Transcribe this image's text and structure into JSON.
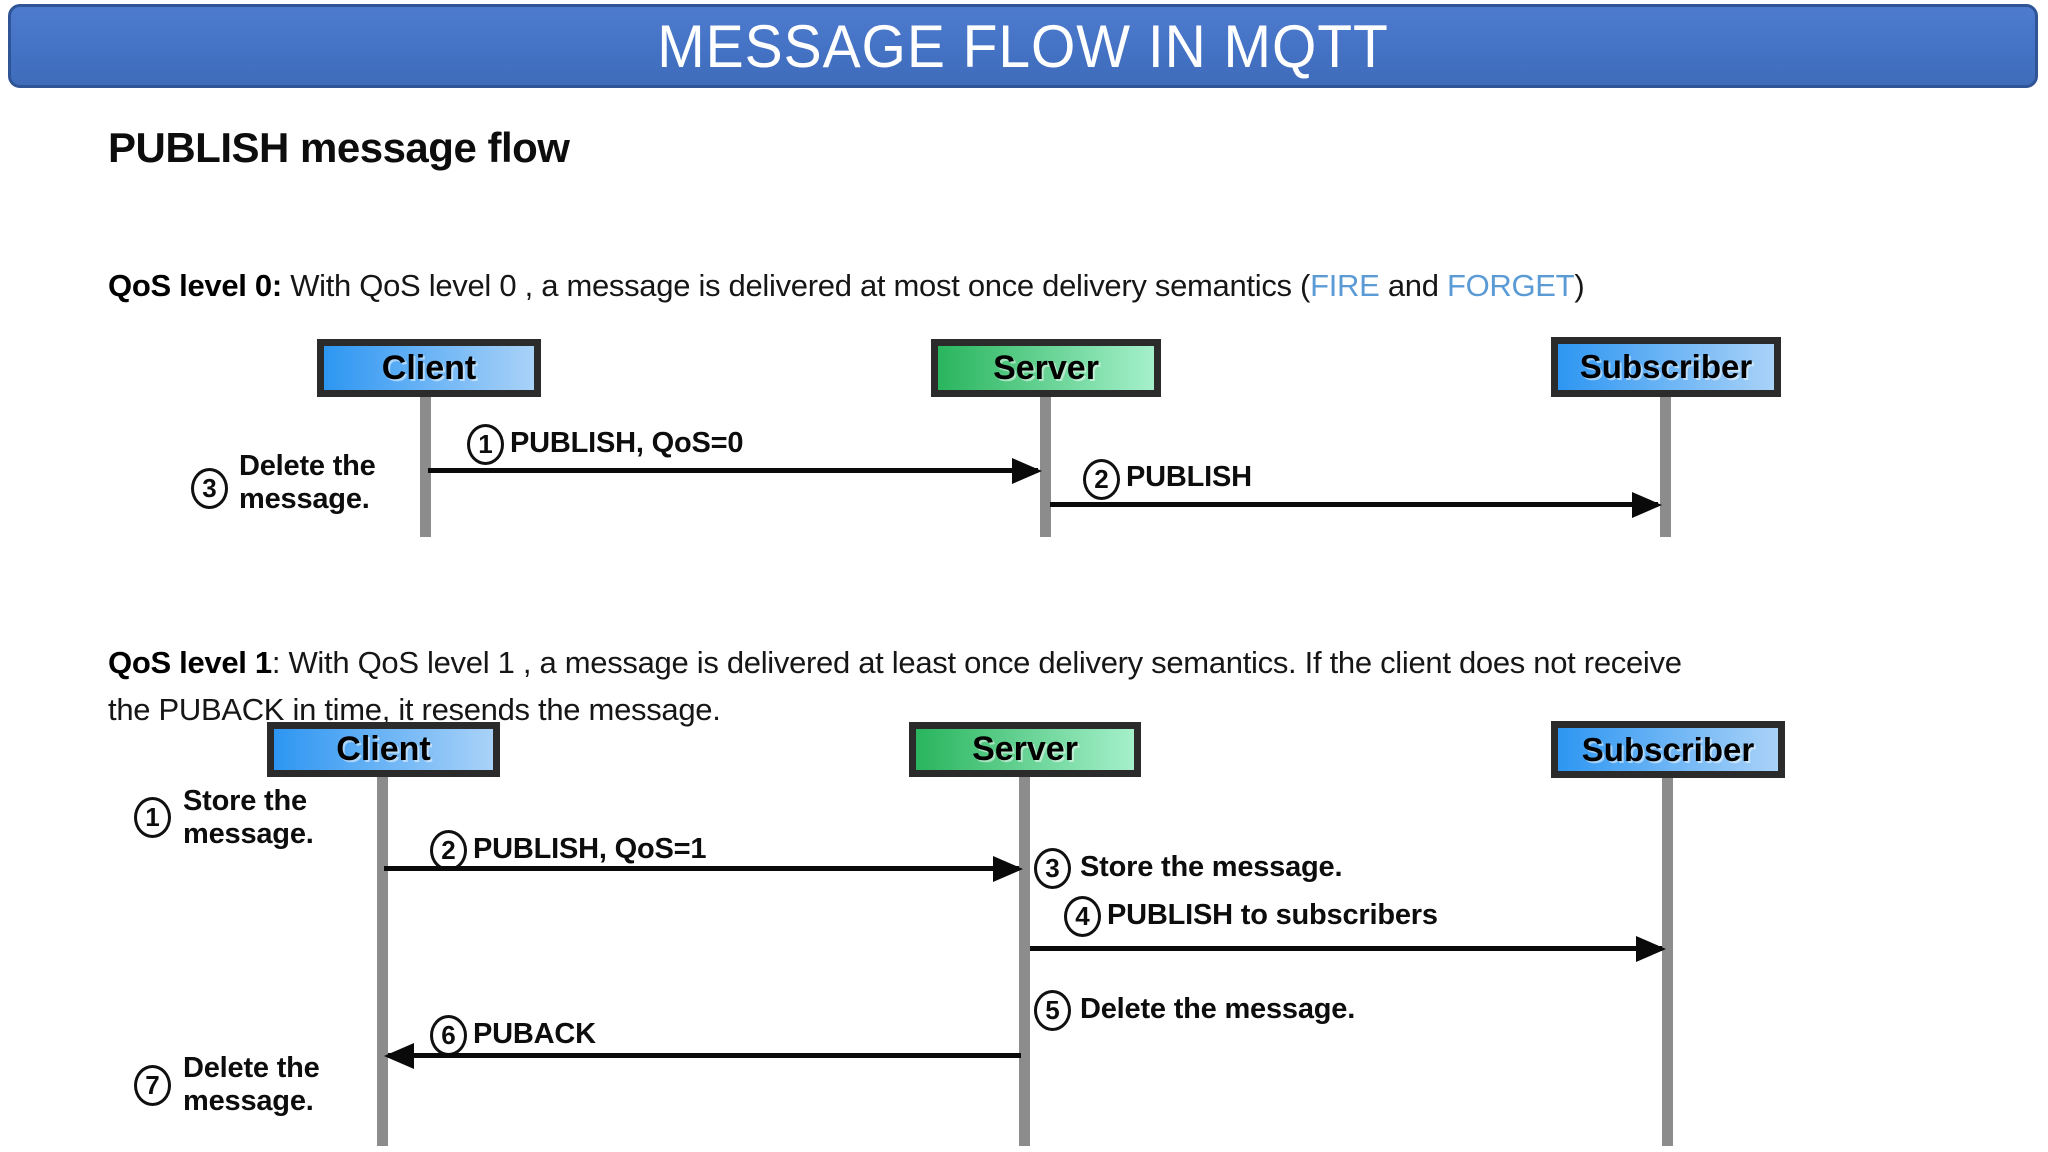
{
  "title": "MESSAGE FLOW IN MQTT",
  "heading": "PUBLISH message flow",
  "qos0": {
    "bold_label": "QoS level 0:",
    "body": " With QoS level 0 , a message is delivered at most once delivery semantics (",
    "fire": "FIRE",
    "mid": " and ",
    "forget": "FORGET",
    "closing": ")"
  },
  "qos1": {
    "bold_label": "QoS level 1",
    "line1_rest": ": With QoS level 1 , a message is delivered at least once delivery semantics. If the client does not receive",
    "line2": "the PUBACK in time, it resends the message."
  },
  "diagram_qos0": {
    "actors": {
      "client": "Client",
      "server": "Server",
      "subscriber": "Subscriber"
    },
    "steps": {
      "s1": {
        "num": "1",
        "label": "PUBLISH, QoS=0"
      },
      "s2": {
        "num": "2",
        "label": "PUBLISH"
      },
      "s3": {
        "num": "3",
        "label": "Delete the message."
      }
    }
  },
  "diagram_qos1": {
    "actors": {
      "client": "Client",
      "server": "Server",
      "subscriber": "Subscriber"
    },
    "steps": {
      "s1": {
        "num": "1",
        "label": "Store the message."
      },
      "s2": {
        "num": "2",
        "label": "PUBLISH, QoS=1"
      },
      "s3": {
        "num": "3",
        "label": "Store the message."
      },
      "s4": {
        "num": "4",
        "label": "PUBLISH to subscribers"
      },
      "s5": {
        "num": "5",
        "label": "Delete the message."
      },
      "s6": {
        "num": "6",
        "label": "PUBACK"
      },
      "s7": {
        "num": "7",
        "label": "Delete the message."
      }
    }
  },
  "colors": {
    "title_bar": "#4472C4",
    "title_border": "#2F5597",
    "link_blue": "#5B9BD5",
    "client_gradient_start": "#2D96F2",
    "client_gradient_end": "#A9D2F8",
    "server_gradient_start": "#29B55D",
    "server_gradient_end": "#A5F0CB",
    "lifeline_gray": "#8C8C8C",
    "box_border": "#2B2B2B"
  }
}
